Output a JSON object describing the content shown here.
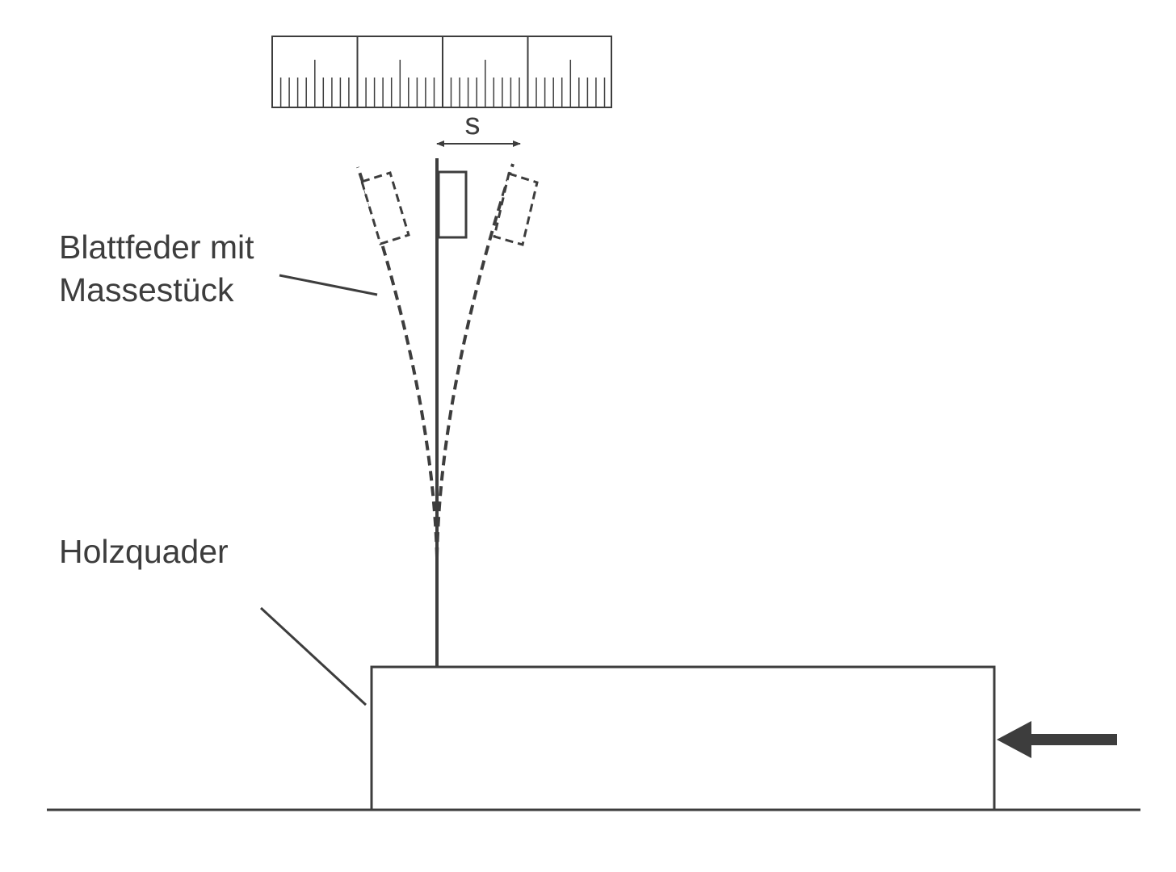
{
  "labels": {
    "spring_line1": "Blattfeder mit",
    "spring_line2": "Massestück",
    "block": "Holzquader",
    "deflection": "s"
  },
  "colors": {
    "stroke": "#3d3d3d",
    "background": "#ffffff"
  }
}
